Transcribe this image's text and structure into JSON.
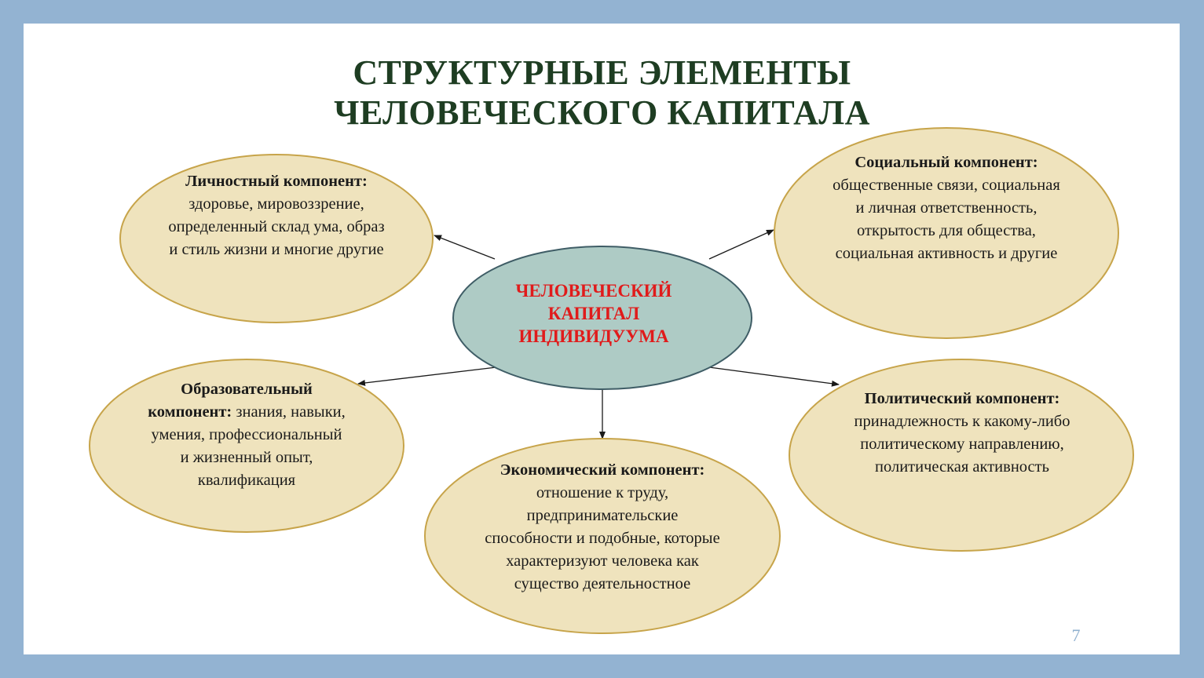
{
  "title": {
    "line1": "СТРУКТУРНЫЕ ЭЛЕМЕНТЫ",
    "line2": "ЧЕЛОВЕЧЕСКОГО КАПИТАЛА"
  },
  "center": {
    "label": "ЧЕЛОВЕЧЕСКИЙ КАПИТАЛ ИНДИВИДУУМА"
  },
  "components": {
    "personal": {
      "heading": "Личностный компонент:",
      "text": "здоровье, мировоззрение, определенный склад ума, образ и стиль жизни и многие другие"
    },
    "social": {
      "heading": "Социальный компонент:",
      "text": "общественные связи, социальная и личная ответственность, открытость для общества, социальная активность и другие"
    },
    "educational": {
      "heading": "Образовательный компонент:",
      "text": "знания, навыки, умения, профессиональный и жизненный опыт, квалификация"
    },
    "economic": {
      "heading": "Экономический компонент:",
      "text": "отношение к труду, предпринимательские способности и подобные, которые характеризуют человека как существо деятельностное"
    },
    "political": {
      "heading": "Политический компонент:",
      "text": "принадлежность к какому-либо политическому направлению, политическая активность"
    }
  },
  "page_number": "7",
  "colors": {
    "frame": "#93b3d2",
    "title": "#1e3d22",
    "center_fill": "#aecbc5",
    "center_stroke": "#3f5d66",
    "center_text": "#e01b1b",
    "component_fill": "#efe3bd",
    "component_stroke": "#c7a44a",
    "arrow": "#1a1a1a"
  }
}
